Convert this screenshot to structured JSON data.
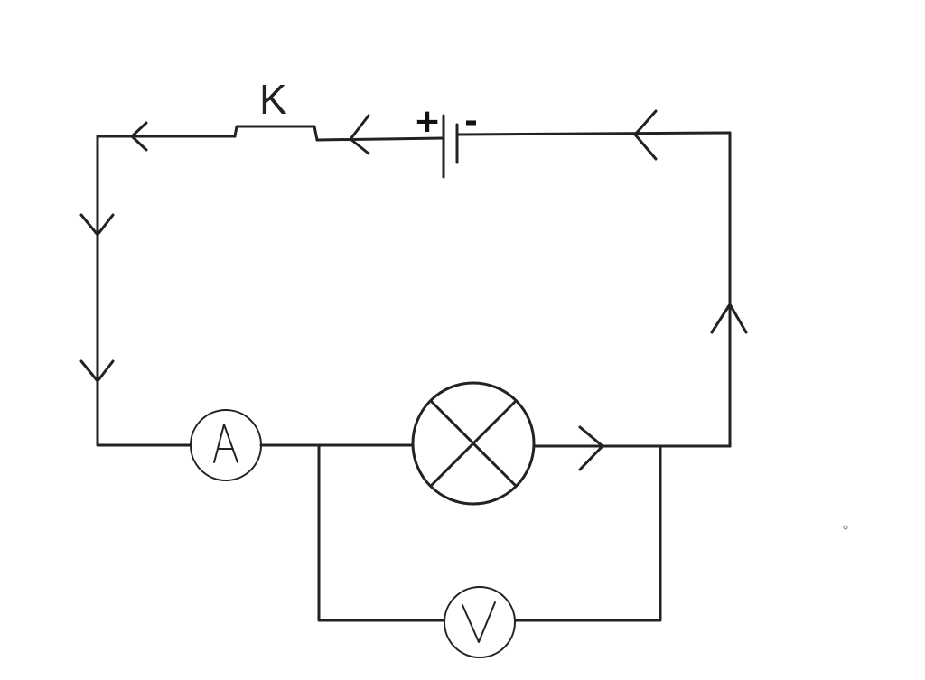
{
  "diagram": {
    "switch_label": "K",
    "battery_plus": "+",
    "battery_minus": "-",
    "ammeter_label": "A",
    "voltmeter_label": "V"
  },
  "colors": {
    "line": "#222222",
    "background": "#ffffff"
  },
  "icons": {
    "lamp": "lamp-cross-icon",
    "ammeter": "ammeter-icon",
    "voltmeter": "voltmeter-icon",
    "battery": "battery-cell-icon",
    "switch": "switch-icon",
    "arrow": "current-arrow-icon"
  }
}
